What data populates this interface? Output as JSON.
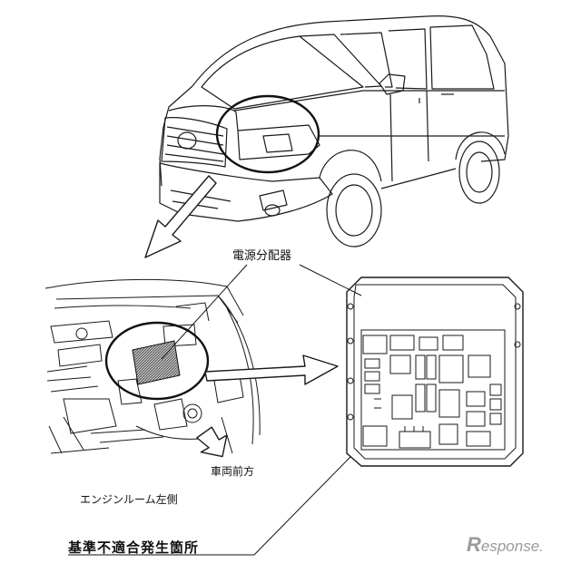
{
  "labels": {
    "power_distributor": "電源分配器",
    "vehicle_front": "車両前方",
    "engine_room_left": "エンジンルーム左側",
    "defect_location": "基準不適合発生箇所"
  },
  "watermark": {
    "initial": "R",
    "rest": "esponse."
  },
  "colors": {
    "line": "#1a1a1a",
    "watermark": "#9a9a9a"
  }
}
